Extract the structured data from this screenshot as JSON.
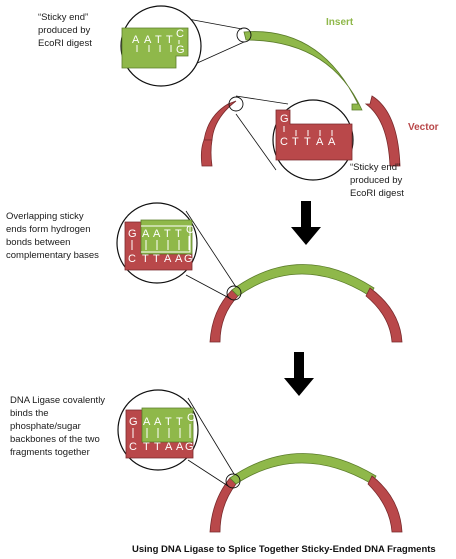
{
  "colors": {
    "insert": "#8fb84a",
    "insert_stroke": "#5b7c2a",
    "vector": "#b9484a",
    "vector_stroke": "#7a2a2c",
    "arrow": "#000000"
  },
  "labels": {
    "insert": "Insert",
    "vector": "Vector",
    "sticky_end_1": [
      "“Sticky end”",
      "produced by",
      "EcoRI digest"
    ],
    "sticky_end_2": [
      "“Sticky end”",
      "produced by",
      "EcoRI digest"
    ],
    "step2_note": [
      "Overlapping sticky",
      "ends form hydrogen",
      "bonds between",
      "complementary bases"
    ],
    "step3_note": [
      "DNA Ligase covalently",
      "binds the",
      "phosphate/sugar",
      "backbones of the two",
      "fragments together"
    ],
    "caption": "Using DNA Ligase to Splice Together Sticky-Ended DNA Fragments"
  },
  "bases": {
    "insert_top": [
      "A",
      "A",
      "T",
      "T",
      "C"
    ],
    "insert_end": "G",
    "vector_start": "G",
    "vector_bottom": [
      "C",
      "T",
      "T",
      "A",
      "A"
    ],
    "merged_top": [
      "G",
      "A",
      "A",
      "T",
      "T",
      "C"
    ],
    "merged_bottom": [
      "C",
      "T",
      "T",
      "A",
      "A",
      "G"
    ]
  },
  "icons": [
    "down-arrow-icon",
    "down-arrow-icon"
  ]
}
